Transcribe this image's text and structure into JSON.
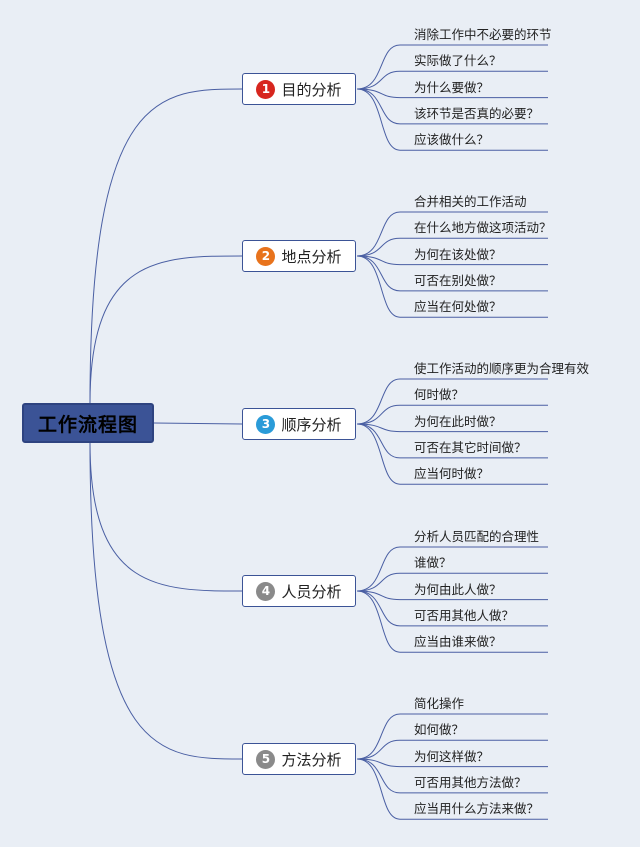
{
  "root": {
    "label": "工作流程图"
  },
  "branches": [
    {
      "number": "1",
      "label": "目的分析",
      "badge_color": "#d7261e",
      "leaves": [
        "消除工作中不必要的环节",
        "实际做了什么？",
        "为什么要做？",
        "该环节是否真的必要？",
        "应该做什么？"
      ]
    },
    {
      "number": "2",
      "label": "地点分析",
      "badge_color": "#e8731c",
      "leaves": [
        "合并相关的工作活动",
        "在什么地方做这项活动？",
        "为何在该处做？",
        "可否在别处做？",
        "应当在何处做？"
      ]
    },
    {
      "number": "3",
      "label": "顺序分析",
      "badge_color": "#2a9bd8",
      "leaves": [
        "使工作活动的顺序更为合理有效",
        "何时做？",
        "为何在此时做？",
        "可否在其它时间做？",
        "应当何时做？"
      ]
    },
    {
      "number": "4",
      "label": "人员分析",
      "badge_color": "#8a8a8a",
      "leaves": [
        "分析人员匹配的合理性",
        "谁做？",
        "为何由此人做？",
        "可否用其他人做？",
        "应当由谁来做？"
      ]
    },
    {
      "number": "5",
      "label": "方法分析",
      "badge_color": "#8a8a8a",
      "leaves": [
        "简化操作",
        "如何做？",
        "为何这样做？",
        "可否用其他方法做？",
        "应当用什么方法来做？"
      ]
    }
  ],
  "colors": {
    "connector": "#4a5fa3",
    "root_fill": "#3b5396",
    "background": "#e9eef5"
  }
}
